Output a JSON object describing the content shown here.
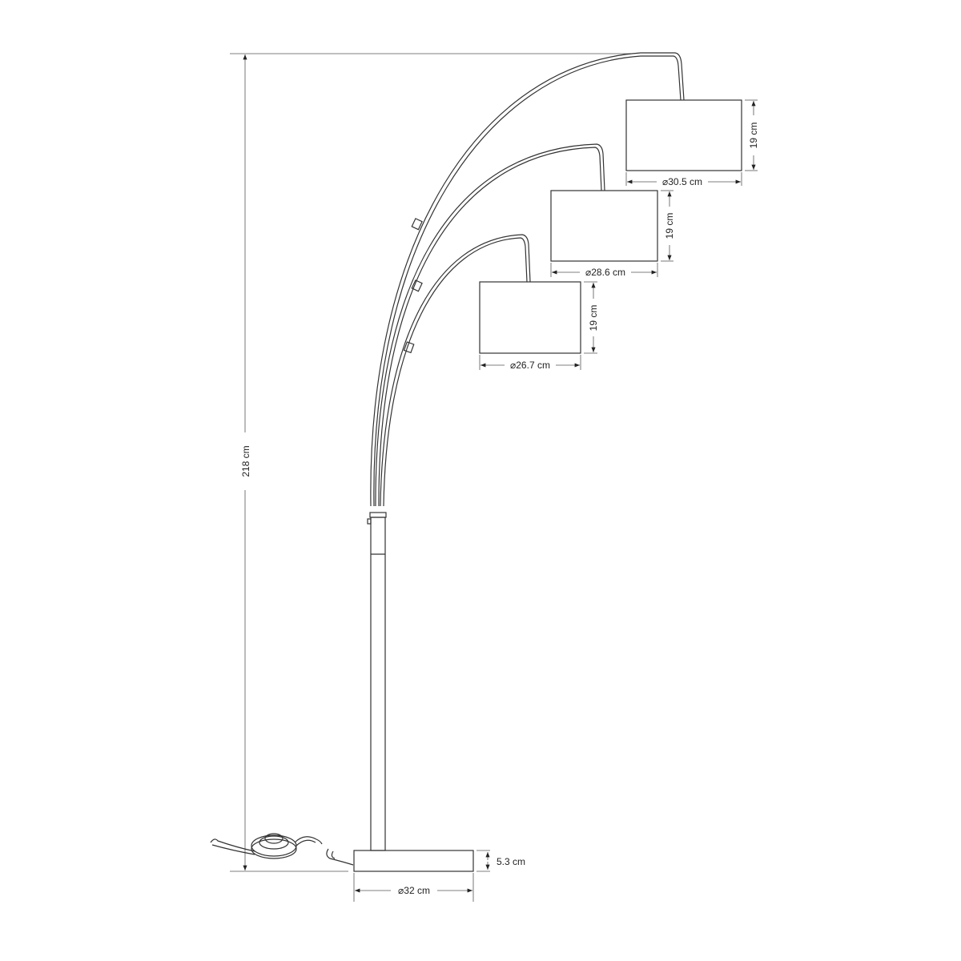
{
  "title": "Three-arm arc floor lamp dimension drawing",
  "dimensions": {
    "total_height": "218 cm",
    "base_height": "5.3 cm",
    "base_diameter": "⌀32 cm",
    "shade_top_height": "19 cm",
    "shade_top_diameter": "⌀30.5 cm",
    "shade_middle_height": "19 cm",
    "shade_middle_diameter": "⌀28.6 cm",
    "shade_bottom_height": "19 cm",
    "shade_bottom_diameter": "⌀26.7 cm"
  },
  "colors": {
    "line": "#333333",
    "background": "#ffffff"
  }
}
